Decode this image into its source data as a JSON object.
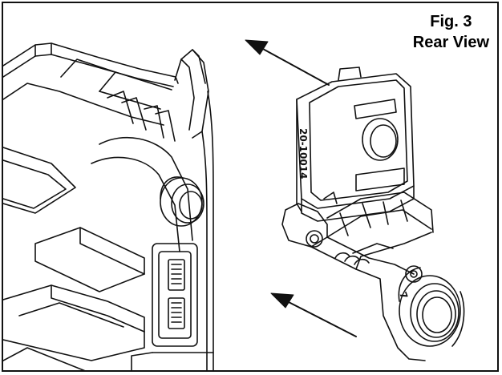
{
  "figure": {
    "label": "Fig. 3",
    "title": "Rear View"
  },
  "parts": {
    "bracket_part_number": "20-10014",
    "lens_marking": "7"
  },
  "colors": {
    "line": "#111111",
    "background": "#ffffff"
  }
}
